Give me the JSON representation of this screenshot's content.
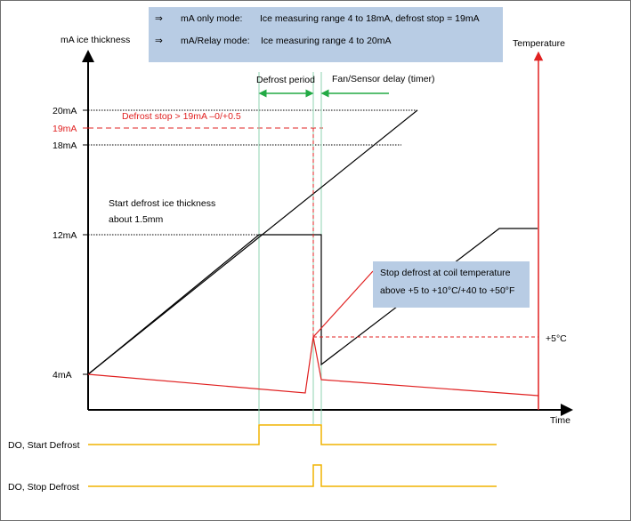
{
  "legend": {
    "arrow": "⇒",
    "mode_only_label": "mA only mode:",
    "mode_only_text": "Ice measuring range 4 to 18mA, defrost stop = 19mA",
    "relay_label": "mA/Relay  mode:",
    "relay_text": "Ice measuring range 4 to 20mA"
  },
  "axes": {
    "y_left_title": "mA ice thickness",
    "y_right_title": "Temperature",
    "x_title": "Time"
  },
  "levels": {
    "ma20": "20mA",
    "ma19": "19mA",
    "ma18": "18mA",
    "ma12": "12mA",
    "ma4": "4mA",
    "plus5c": "+5°C"
  },
  "annotations": {
    "defrost_period": "Defrost period",
    "fan_delay": "Fan/Sensor delay  (timer)",
    "defrost_stop": "Defrost stop > 19mA –0/+0.5",
    "start_defrost_line1": "Start defrost ice thickness",
    "start_defrost_line2": "about 1.5mm",
    "stop_box_line1": "Stop defrost at coil temperature",
    "stop_box_line2": "above   +5 to +10°C/+40 to +50°F"
  },
  "signals": {
    "do_start": "DO, Start Defrost",
    "do_stop": "DO, Stop Defrost"
  },
  "colors": {
    "red": "#e02020",
    "orange": "#f0b400",
    "green": "#22aa44",
    "teal_guide": "#8fd3b0",
    "box_fill": "#b8cce4"
  }
}
